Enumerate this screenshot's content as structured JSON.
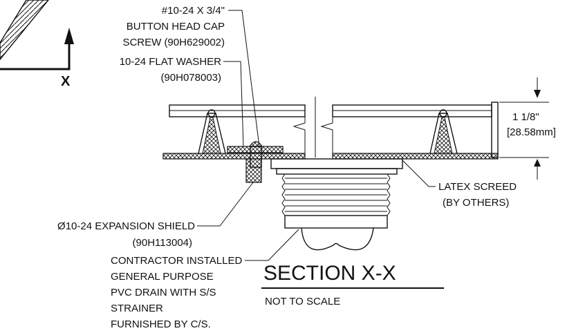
{
  "axis_label": "X",
  "callouts": {
    "screw": [
      "#10-24 X 3/4\"",
      "BUTTON HEAD CAP",
      "SCREW (90H629002)"
    ],
    "washer": [
      "10-24 FLAT WASHER",
      "(90H078003)"
    ],
    "dimension": [
      "1 1/8\"",
      "[28.58mm]"
    ],
    "screed": [
      "LATEX SCREED",
      "(BY OTHERS)"
    ],
    "shield": [
      "Ø10-24 EXPANSION SHIELD",
      "(90H113004)"
    ],
    "drain": [
      "CONTRACTOR INSTALLED",
      "GENERAL PURPOSE",
      "PVC DRAIN WITH S/S",
      "STRAINER",
      "FURNISHED BY C/S."
    ]
  },
  "section_title": "SECTION X-X",
  "scale_note": "NOT TO SCALE"
}
